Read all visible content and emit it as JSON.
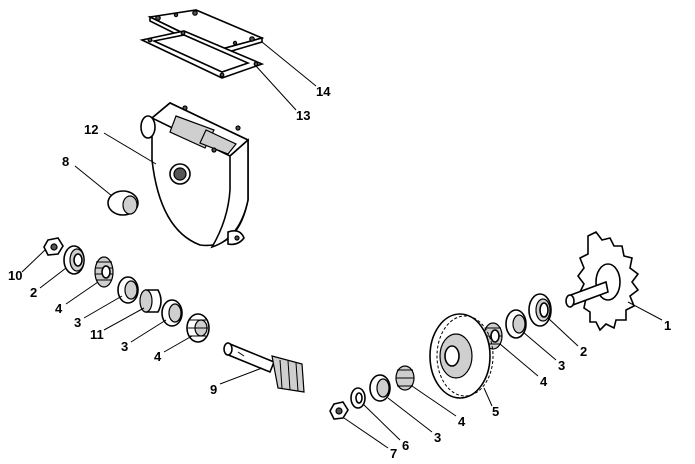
{
  "callouts": {
    "c1": "1",
    "c2a": "2",
    "c2b": "2",
    "c3a": "3",
    "c3b": "3",
    "c3c": "3",
    "c3d": "3",
    "c4a": "4",
    "c4b": "4",
    "c4c": "4",
    "c4d": "4",
    "c5": "5",
    "c6": "6",
    "c7": "7",
    "c8": "8",
    "c9": "9",
    "c10": "10",
    "c11": "11",
    "c12": "12",
    "c13": "13",
    "c14": "14"
  },
  "colors": {
    "ink": "#000000",
    "paper": "#ffffff",
    "shade": "#cfcfcf"
  }
}
